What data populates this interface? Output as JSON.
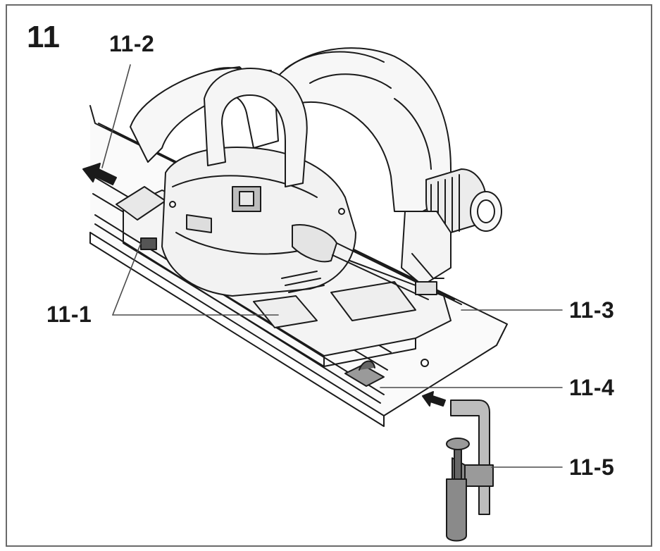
{
  "figure": {
    "number": "11"
  },
  "callouts": [
    {
      "id": "11-1",
      "label": "11-1"
    },
    {
      "id": "11-2",
      "label": "11-2"
    },
    {
      "id": "11-3",
      "label": "11-3"
    },
    {
      "id": "11-4",
      "label": "11-4"
    },
    {
      "id": "11-5",
      "label": "11-5"
    }
  ],
  "colors": {
    "line": "#1a1a1a",
    "frame": "#6a6a6a",
    "shade": "#9a9a9a",
    "metal": "#bdbdbd"
  }
}
